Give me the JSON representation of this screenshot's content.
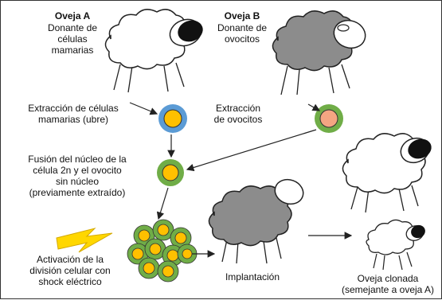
{
  "sheep_a": {
    "title": "Oveja A",
    "description": "Donante de\ncélulas\nmamarias"
  },
  "sheep_b": {
    "title": "Oveja B",
    "description": "Donante de\novocitos"
  },
  "steps": {
    "extract_mammary": "Extracción de células\nmamarias (ubre)",
    "extract_oocytes": "Extracción\nde ovocitos",
    "fusion": "Fusión del núcleo de la\ncélula 2n y el ovocito\nsin núcleo\n(previamente extraído)",
    "activation": "Activación de la\ndivisión celular con\nshock eléctrico",
    "implantation": "Implantación",
    "cloned": "Oveja clonada\n(semejante a oveja A)"
  },
  "colors": {
    "mammary_ring": "#5b9bd5",
    "oocyte_ring": "#70ad47",
    "nucleus": "#ffc000",
    "oocyte_nucleus": "#f4a582",
    "sheep_gray": "#8c8c8c",
    "sheep_white": "#ffffff",
    "lightning": "#ffd700"
  }
}
